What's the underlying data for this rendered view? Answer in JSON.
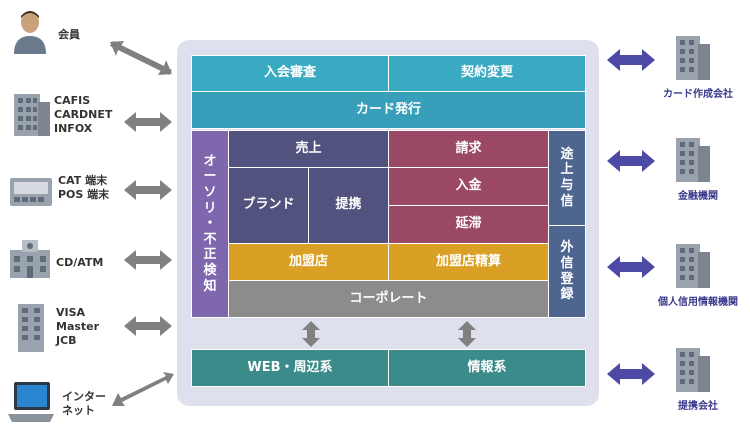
{
  "colors": {
    "gray_arrow": "#808080",
    "purple_arrow": "#4d4aa6",
    "teal": "#3aaac2",
    "navy": "#52527e",
    "rose": "#9a4866",
    "gold": "#daa026",
    "purple": "#7e67ad",
    "slate": "#4e6590",
    "dark_teal": "#3b8b8a"
  },
  "left_entities": [
    {
      "icon": "person-icon",
      "label": "会員"
    },
    {
      "icon": "building-icon",
      "label": "CAFIS\nCARDNET\nINFOX"
    },
    {
      "icon": "terminal-icon",
      "label": "CAT 端末\nPOS 端末"
    },
    {
      "icon": "bank-icon",
      "label": "CD/ATM"
    },
    {
      "icon": "building-icon",
      "label": "VISA\nMaster\nJCB"
    },
    {
      "icon": "laptop-icon",
      "label": "インター\nネット"
    }
  ],
  "right_entities": [
    {
      "icon": "building-icon",
      "label": "カード作成会社"
    },
    {
      "icon": "building-icon",
      "label": "金融機関"
    },
    {
      "icon": "building-icon",
      "label": "個人信用情報機関"
    },
    {
      "icon": "building-icon",
      "label": "提携会社"
    }
  ],
  "system": {
    "admission_review": "入会審査",
    "contract_change": "契約変更",
    "card_issuance": "カード発行",
    "authorization": [
      "オ",
      "ー",
      "ソ",
      "リ",
      "・",
      "不",
      "正",
      "検",
      "知"
    ],
    "sales": "売上",
    "brand": "ブランド",
    "partnership": "提携",
    "billing": "請求",
    "payment": "入金",
    "delinquency": "延滞",
    "merchant": "加盟店",
    "merchant_settlement": "加盟店精算",
    "corporate": "コーポレート",
    "credit_extension": [
      "途",
      "上",
      "与",
      "信"
    ],
    "external_credit_registry": [
      "外",
      "信",
      "登",
      "録"
    ],
    "web_peripheral": "WEB・周辺系",
    "information": "情報系"
  }
}
